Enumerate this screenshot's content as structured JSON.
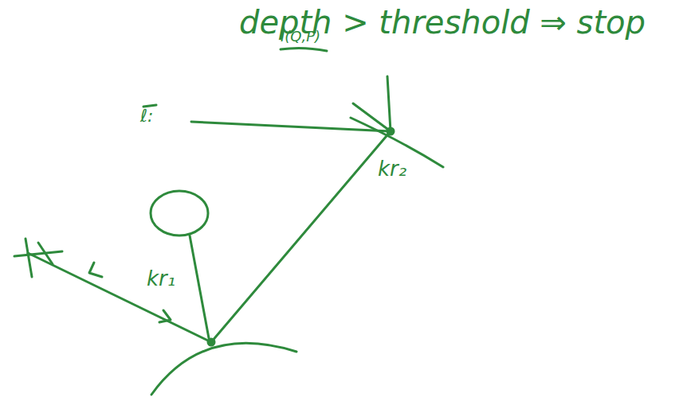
{
  "diagram": {
    "labels": [
      "depth > threshold ⇒ stop",
      "I(Q,P)",
      "ℓ:",
      "kr₂",
      "kr₁"
    ]
  }
}
